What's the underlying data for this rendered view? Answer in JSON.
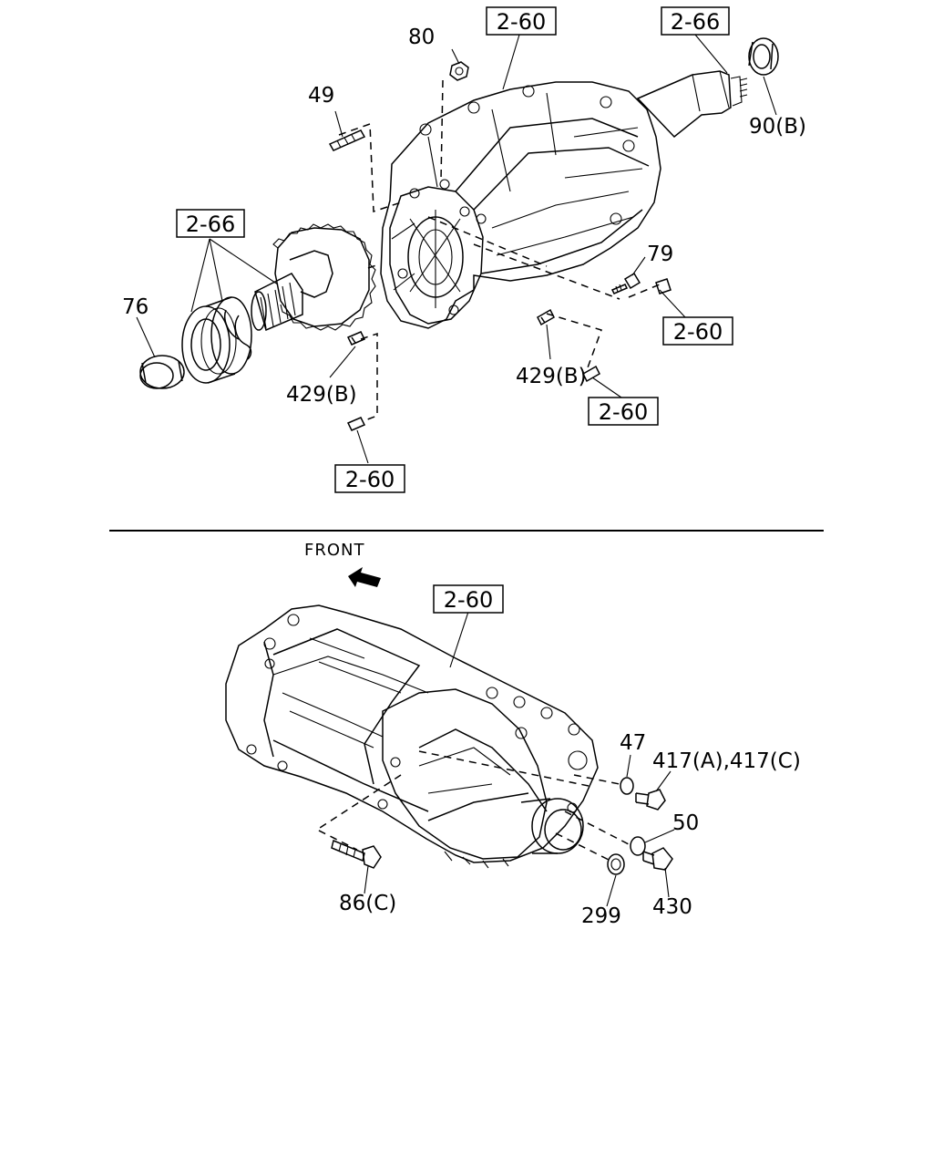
{
  "front_label": "FRONT",
  "refs": {
    "r1": "2-60",
    "r2": "2-66",
    "r3": "2-66",
    "r4": "2-60",
    "r5": "2-60",
    "r6": "2-60",
    "r7": "2-60"
  },
  "parts": {
    "p80": "80",
    "p49": "49",
    "p90b": "90(B)",
    "p76": "76",
    "p79": "79",
    "p429b_left": "429(B)",
    "p429b_right": "429(B)",
    "p47": "47",
    "p417": "417(A),417(C)",
    "p50": "50",
    "p86c": "86(C)",
    "p299": "299",
    "p430": "430"
  }
}
